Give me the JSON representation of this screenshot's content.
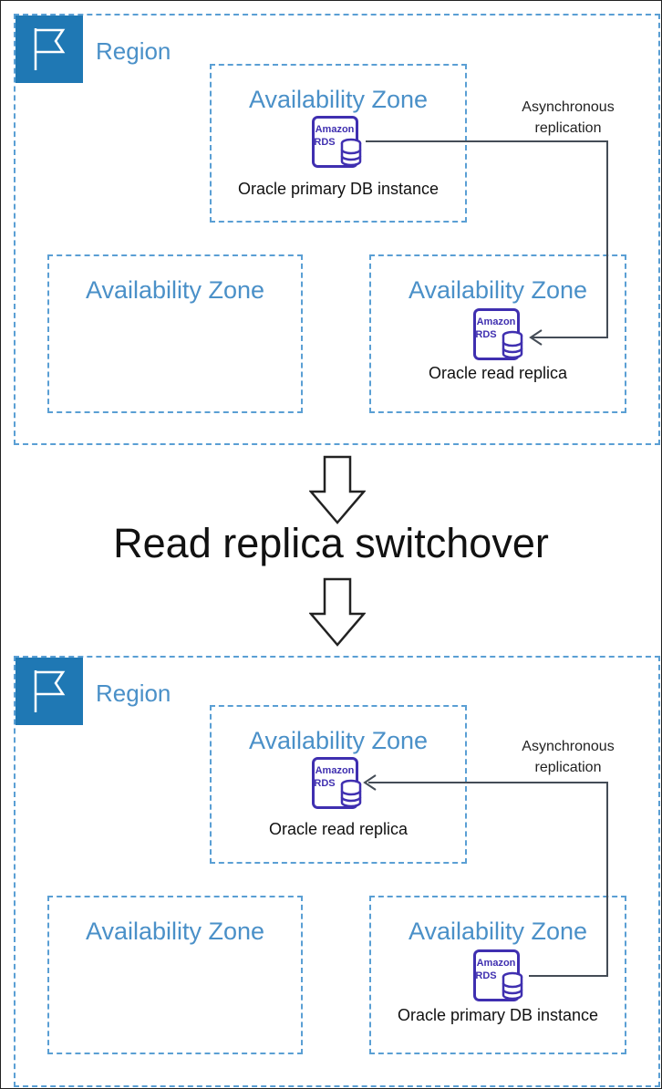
{
  "diagram": {
    "title": "Read replica switchover",
    "before": {
      "region_label": "Region",
      "zones": [
        {
          "label": "Availability Zone",
          "db_caption": "Oracle primary DB instance"
        },
        {
          "label": "Availability Zone"
        },
        {
          "label": "Availability Zone",
          "db_caption": "Oracle read replica"
        }
      ],
      "replication_label": "Asynchronous replication"
    },
    "after": {
      "region_label": "Region",
      "zones": [
        {
          "label": "Availability Zone",
          "db_caption": "Oracle read replica"
        },
        {
          "label": "Availability Zone"
        },
        {
          "label": "Availability Zone",
          "db_caption": "Oracle primary DB instance"
        }
      ],
      "replication_label": "Asynchronous replication"
    },
    "icon_text": {
      "line1": "Amazon",
      "line2": "RDS"
    }
  },
  "colors": {
    "region_border": "#5a9fd4",
    "region_flag": "#1f78b4",
    "label_blue": "#4a90c8",
    "rds_purple": "#3f2fb0",
    "arrow": "#444c56"
  }
}
